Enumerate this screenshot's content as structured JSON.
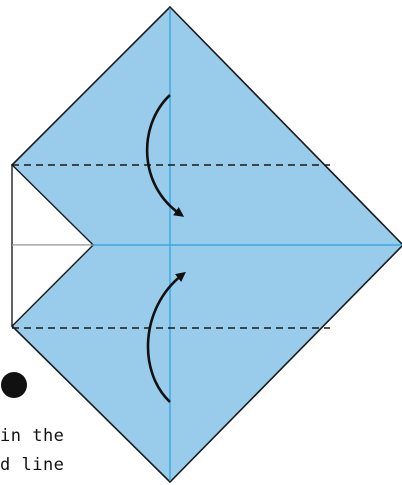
{
  "diagram": {
    "kind": "origami-fold-step",
    "step_marker": "",
    "caption_lines": [
      "in the",
      "d line"
    ],
    "colors": {
      "paper": "#99cceb",
      "paper_edge": "#1a1a1a",
      "crease": "#38a8e0",
      "fold_line": "#1a1a1a",
      "arrow": "#111111",
      "background": "#ffffff"
    },
    "icons": [
      "fold-down-arrow-icon",
      "fold-up-arrow-icon"
    ]
  }
}
